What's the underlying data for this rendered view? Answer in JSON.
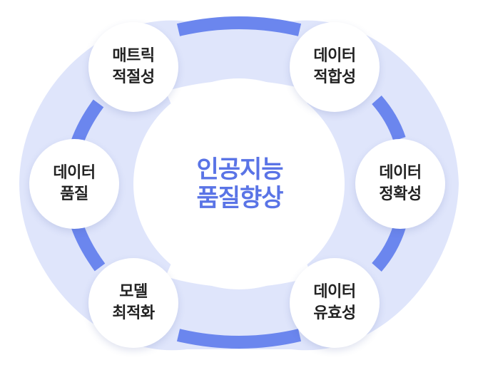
{
  "center": {
    "line1": "인공지능",
    "line2": "품질향상"
  },
  "nodes": {
    "matrix": {
      "line1": "매트릭",
      "line2": "적절성"
    },
    "data_fit": {
      "line1": "데이터",
      "line2": "적합성"
    },
    "data_quality": {
      "line1": "데이터",
      "line2": "품질"
    },
    "data_accuracy": {
      "line1": "데이터",
      "line2": "정확성"
    },
    "model_opt": {
      "line1": "모델",
      "line2": "최적화"
    },
    "data_validity": {
      "line1": "데이터",
      "line2": "유효성"
    }
  },
  "colors": {
    "blob": "#dfe5fb",
    "ring": "#6b86ee",
    "center_text": "#5a74e6",
    "node_text": "#222222"
  }
}
